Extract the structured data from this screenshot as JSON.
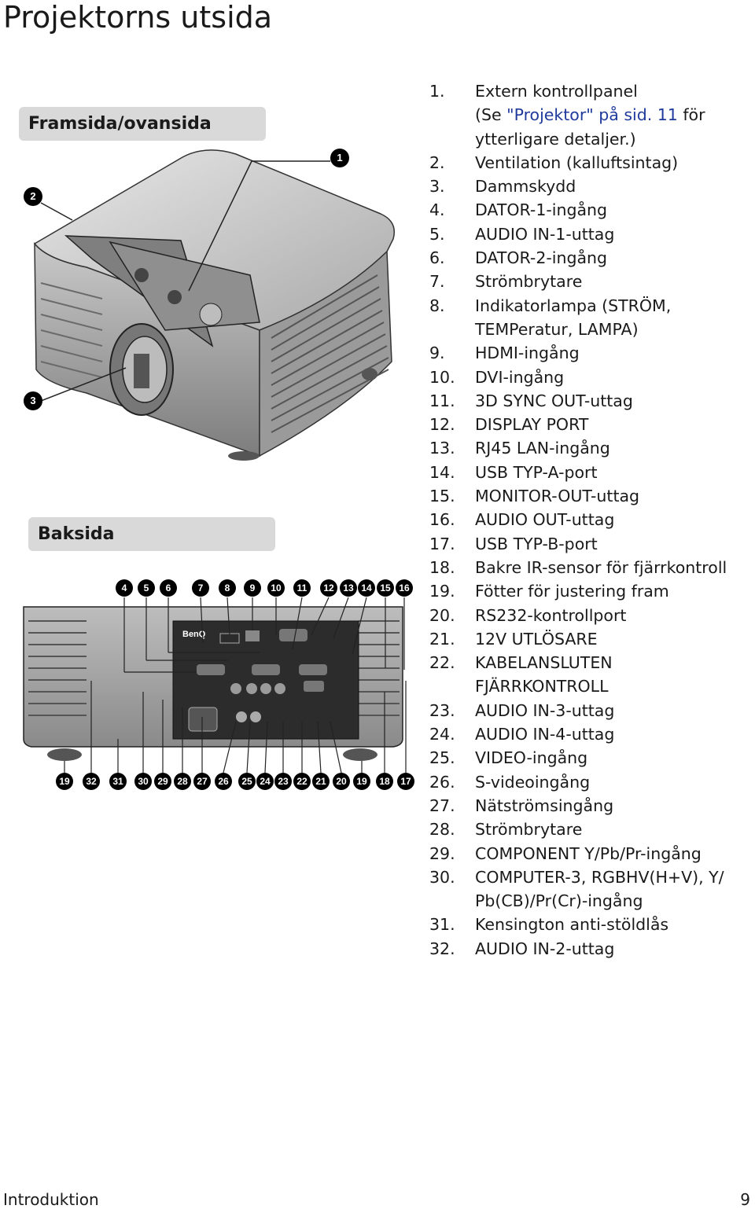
{
  "page": {
    "title": "Projektorns utsida"
  },
  "sections": {
    "front": "Framsida/ovansida",
    "back": "Baksida"
  },
  "front_callouts": [
    "1",
    "2",
    "3"
  ],
  "back_callouts_top": [
    "4",
    "5",
    "6",
    "7",
    "8",
    "9",
    "10",
    "11",
    "12",
    "13",
    "14",
    "15",
    "16"
  ],
  "back_callouts_bottom": [
    "19",
    "32",
    "31",
    "30",
    "29",
    "28",
    "27",
    "26",
    "25",
    "24",
    "23",
    "22",
    "21",
    "20",
    "19",
    "18",
    "17"
  ],
  "brand": "BenQ",
  "legend": [
    {
      "num": "1.",
      "lines": [
        "Extern kontrollpanel"
      ],
      "extra_pre": "(Se ",
      "extra_link": "\"Projektor\" på sid. 11",
      "extra_post": " för",
      "extra_line2": "ytterligare detaljer.)"
    },
    {
      "num": "2.",
      "lines": [
        "Ventilation (kalluftsintag)"
      ]
    },
    {
      "num": "3.",
      "lines": [
        "Dammskydd"
      ]
    },
    {
      "num": "4.",
      "lines": [
        "DATOR-1-ingång"
      ]
    },
    {
      "num": "5.",
      "lines": [
        "AUDIO IN-1-uttag"
      ]
    },
    {
      "num": "6.",
      "lines": [
        "DATOR-2-ingång"
      ]
    },
    {
      "num": "7.",
      "lines": [
        "Strömbrytare"
      ]
    },
    {
      "num": "8.",
      "lines": [
        "Indikatorlampa (STRÖM,",
        "TEMPeratur, LAMPA)"
      ]
    },
    {
      "num": "9.",
      "lines": [
        "HDMI-ingång"
      ]
    },
    {
      "num": "10.",
      "lines": [
        "DVI-ingång"
      ]
    },
    {
      "num": "11.",
      "lines": [
        "3D SYNC OUT-uttag"
      ]
    },
    {
      "num": "12.",
      "lines": [
        "DISPLAY PORT"
      ]
    },
    {
      "num": "13.",
      "lines": [
        "RJ45 LAN-ingång"
      ]
    },
    {
      "num": "14.",
      "lines": [
        "USB TYP-A-port"
      ]
    },
    {
      "num": "15.",
      "lines": [
        "MONITOR-OUT-uttag"
      ]
    },
    {
      "num": "16.",
      "lines": [
        "AUDIO OUT-uttag"
      ]
    },
    {
      "num": "17.",
      "lines": [
        "USB TYP-B-port"
      ]
    },
    {
      "num": "18.",
      "lines": [
        "Bakre IR-sensor för fjärrkontroll"
      ]
    },
    {
      "num": "19.",
      "lines": [
        "Fötter för justering fram"
      ]
    },
    {
      "num": "20.",
      "lines": [
        "RS232-kontrollport"
      ]
    },
    {
      "num": "21.",
      "lines": [
        "12V UTLÖSARE"
      ]
    },
    {
      "num": "22.",
      "lines": [
        "KABELANSLUTEN",
        "FJÄRRKONTROLL"
      ]
    },
    {
      "num": "23.",
      "lines": [
        "AUDIO IN-3-uttag"
      ]
    },
    {
      "num": "24.",
      "lines": [
        "AUDIO IN-4-uttag"
      ]
    },
    {
      "num": "25.",
      "lines": [
        "VIDEO-ingång"
      ]
    },
    {
      "num": "26.",
      "lines": [
        "S-videoingång"
      ]
    },
    {
      "num": "27.",
      "lines": [
        "Nätströmsingång"
      ]
    },
    {
      "num": "28.",
      "lines": [
        "Strömbrytare"
      ]
    },
    {
      "num": "29.",
      "lines": [
        "COMPONENT Y/Pb/Pr-ingång"
      ]
    },
    {
      "num": "30.",
      "lines": [
        "COMPUTER-3, RGBHV(H+V), Y/",
        "Pb(CB)/Pr(Cr)-ingång"
      ]
    },
    {
      "num": "31.",
      "lines": [
        "Kensington anti-stöldlås"
      ]
    },
    {
      "num": "32.",
      "lines": [
        "AUDIO IN-2-uttag"
      ]
    }
  ],
  "footer": {
    "section": "Introduktion",
    "page_number": "9"
  }
}
